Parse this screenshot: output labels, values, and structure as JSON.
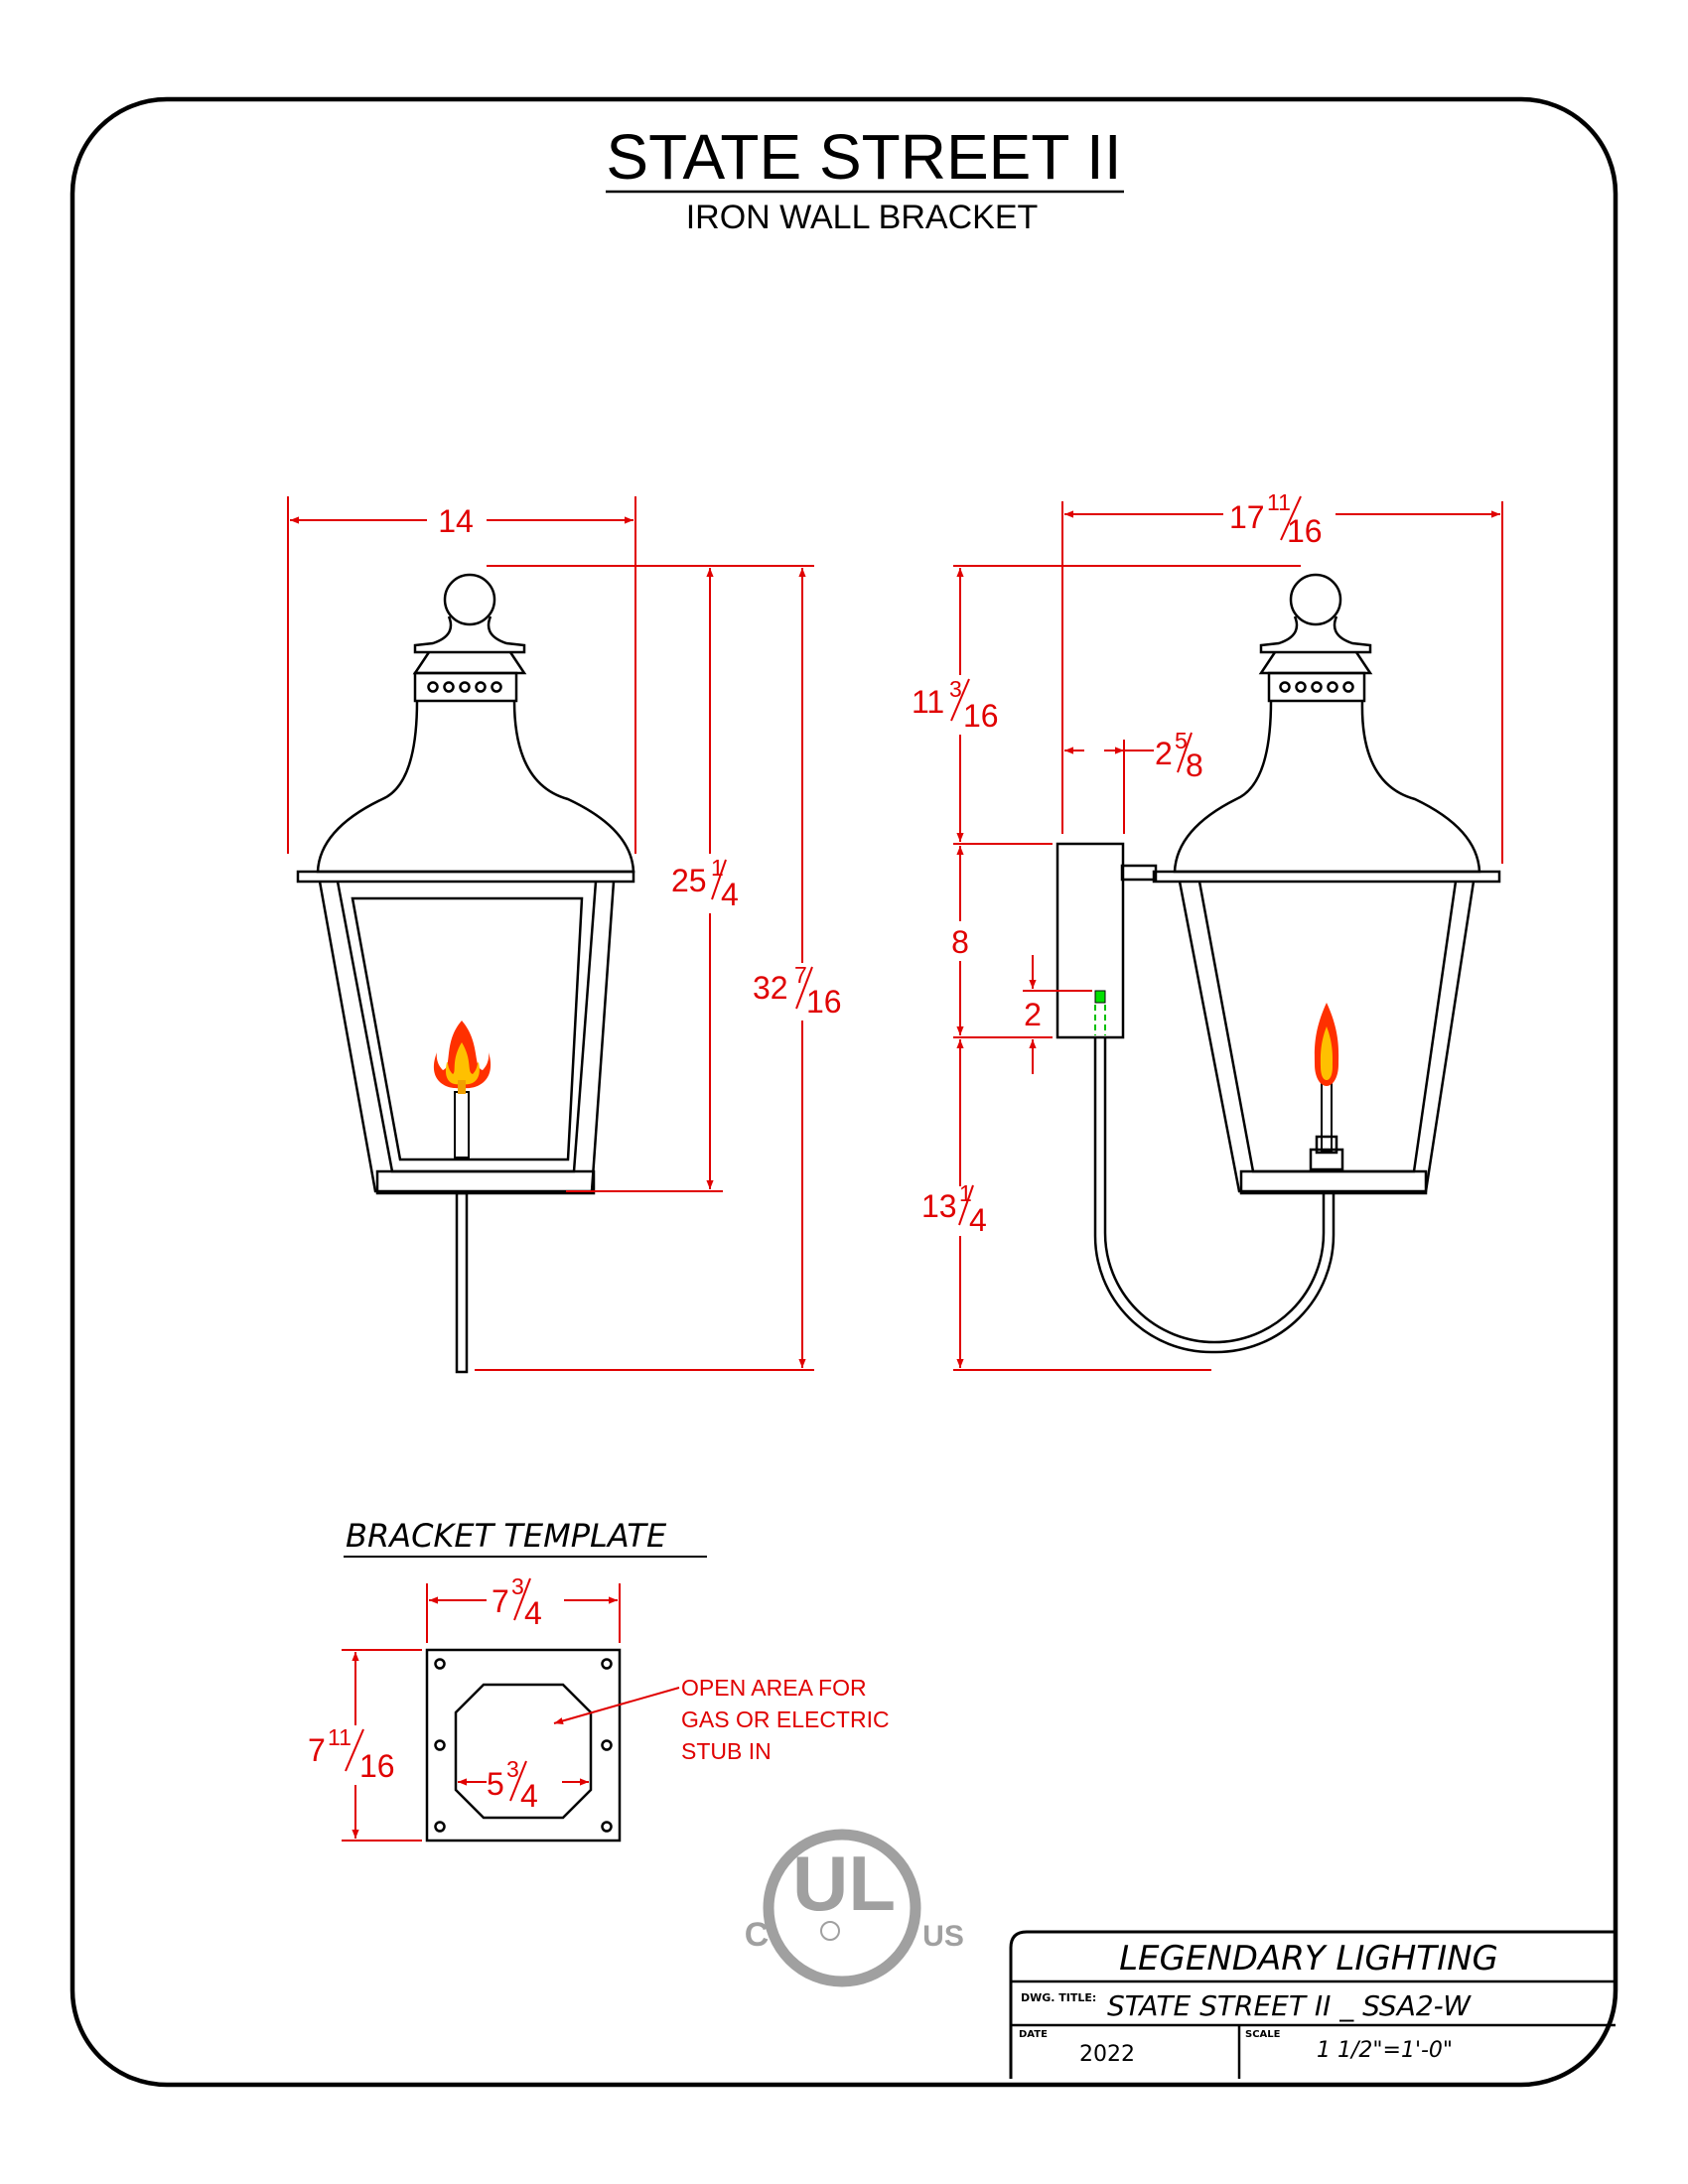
{
  "title": "STATE STREET  II",
  "subtitle": "IRON  WALL BRACKET",
  "front_view": {
    "width_dim": "14",
    "body_height_whole": "25",
    "body_height_num": "1",
    "body_height_den": "4",
    "overall_height_whole": "32",
    "overall_height_num": "7",
    "overall_height_den": "16"
  },
  "side_view": {
    "projection_whole": "17",
    "projection_num": "11",
    "projection_den": "16",
    "top_to_bracket_whole": "11",
    "top_to_bracket_num": "3",
    "top_to_bracket_den": "16",
    "bracket_offset_whole": "2",
    "bracket_offset_num": "5",
    "bracket_offset_den": "8",
    "bracket_height": "8",
    "stub_offset": "2",
    "bracket_to_bottom_whole": "13",
    "bracket_to_bottom_num": "1",
    "bracket_to_bottom_den": "4"
  },
  "bracket_template": {
    "heading": "BRACKET  TEMPLATE",
    "width_whole": "7",
    "width_num": "3",
    "width_den": "4",
    "height_whole": "7",
    "height_num": "11",
    "height_den": "16",
    "opening_whole": "5",
    "opening_num": "3",
    "opening_den": "4",
    "note_lines": [
      "OPEN AREA FOR",
      "GAS OR ELECTRIC",
      "STUB IN"
    ]
  },
  "certification": {
    "mark": "UL",
    "left": "C",
    "right": "US"
  },
  "title_block": {
    "company": "LEGENDARY  LIGHTING",
    "dwg_title_label": "DWG. TITLE:",
    "dwg_title": "STATE  STREET  II  _  SSA2-W",
    "date_label": "DATE",
    "date": "2022",
    "scale_label": "SCALE",
    "scale": "1  1/2\"=1'-0\""
  },
  "colors": {
    "dimension": "#e00000",
    "line": "#000000",
    "flame_outer": "#ff3000",
    "flame_inner": "#ffc000",
    "switch_green": "#00e000"
  }
}
